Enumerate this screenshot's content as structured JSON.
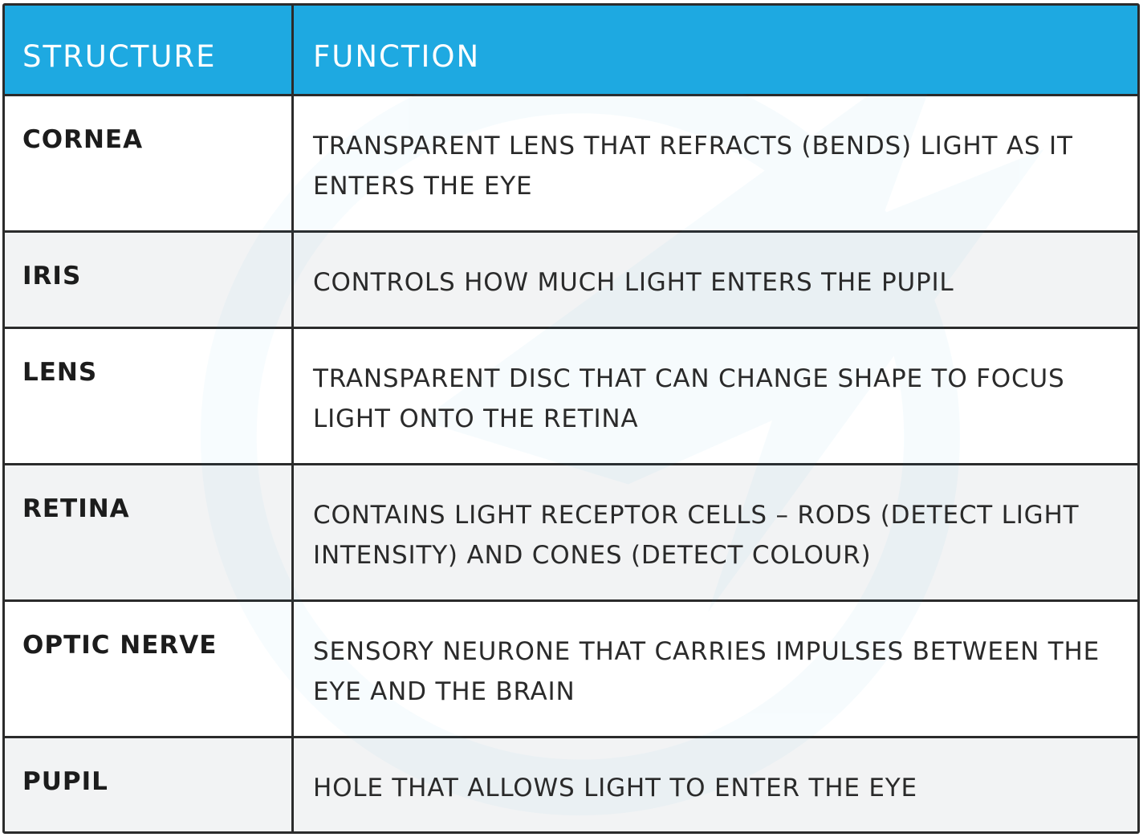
{
  "header": {
    "structure": "STRUCTURE",
    "function": "FUNCTION"
  },
  "rows": [
    {
      "structure": "CORNEA",
      "function": "TRANSPARENT LENS THAT REFRACTS (BENDS) LIGHT AS IT ENTERS THE EYE"
    },
    {
      "structure": "IRIS",
      "function": "CONTROLS HOW MUCH LIGHT ENTERS THE PUPIL"
    },
    {
      "structure": "LENS",
      "function": "TRANSPARENT DISC THAT CAN CHANGE SHAPE TO FOCUS LIGHT ONTO THE RETINA"
    },
    {
      "structure": "RETINA",
      "function": "CONTAINS LIGHT RECEPTOR CELLS – RODS (DETECT LIGHT INTENSITY) AND CONES (DETECT COLOUR)"
    },
    {
      "structure": "OPTIC NERVE",
      "function": "SENSORY NEURONE THAT CARRIES IMPULSES BETWEEN THE EYE AND THE BRAIN"
    },
    {
      "structure": "PUPIL",
      "function": "HOLE THAT ALLOWS LIGHT TO ENTER THE EYE"
    }
  ],
  "colors": {
    "header_background": "#1ea9e1",
    "header_text": "#ffffff",
    "row_alt_background": "#f2f3f4",
    "border": "#2b2b2b"
  }
}
